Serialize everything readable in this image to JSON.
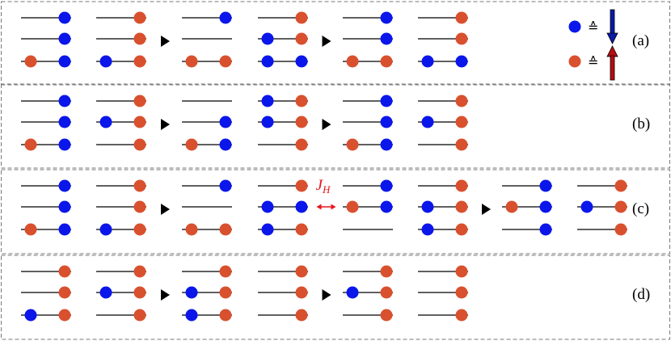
{
  "colors": {
    "spin_down": "#0b16ea",
    "spin_up": "#d9502e",
    "line": "#000000",
    "frame": "#7a7a7a",
    "jh": "#e8141a",
    "arrow_down": "#0a1aa8",
    "arrow_up": "#b80d10"
  },
  "legend": {
    "equiv_symbol": "≙",
    "spin_down_icon": "arrow-down-icon",
    "spin_up_icon": "arrow-up-icon"
  },
  "panels": [
    {
      "label": "(a)",
      "arrows_after": [
        1,
        3
      ],
      "configs": [
        [
          {
            "r": "B"
          },
          {
            "r": "B"
          },
          {
            "l": "R",
            "r": "B"
          }
        ],
        [
          {
            "r": "R"
          },
          {
            "r": "R"
          },
          {
            "l": "B",
            "r": "R"
          }
        ],
        [
          {
            "r": "B"
          },
          {},
          {
            "l": "R",
            "r": "R"
          }
        ],
        [
          {
            "r": "R"
          },
          {
            "l": "B",
            "r": "R"
          },
          {
            "l": "B",
            "r": "B"
          }
        ],
        [
          {
            "r": "B"
          },
          {
            "r": "B"
          },
          {
            "l": "R",
            "r": "R"
          }
        ],
        [
          {
            "r": "R"
          },
          {
            "r": "R"
          },
          {
            "l": "B",
            "r": "B"
          }
        ]
      ]
    },
    {
      "label": "(b)",
      "arrows_after": [
        1,
        3
      ],
      "configs": [
        [
          {
            "r": "B"
          },
          {
            "r": "B"
          },
          {
            "l": "R",
            "r": "B"
          }
        ],
        [
          {
            "r": "R"
          },
          {
            "l": "B",
            "r": "R"
          },
          {
            "r": "R"
          }
        ],
        [
          {},
          {
            "r": "B"
          },
          {
            "l": "R",
            "r": "B"
          }
        ],
        [
          {
            "l": "B",
            "r": "R"
          },
          {
            "l": "B",
            "r": "R"
          },
          {
            "r": "R"
          }
        ],
        [
          {
            "r": "B"
          },
          {
            "r": "B"
          },
          {
            "l": "R",
            "r": "B"
          }
        ],
        [
          {
            "r": "R"
          },
          {
            "l": "B",
            "r": "R"
          },
          {
            "r": "R"
          }
        ]
      ]
    },
    {
      "label": "(c)",
      "arrows_after": [
        1,
        5
      ],
      "jh_after": 3,
      "jh_label": "J",
      "jh_sub": "H",
      "configs": [
        [
          {
            "r": "B"
          },
          {
            "r": "B"
          },
          {
            "l": "R",
            "r": "B"
          }
        ],
        [
          {
            "r": "R"
          },
          {
            "r": "R"
          },
          {
            "l": "B",
            "r": "R"
          }
        ],
        [
          {
            "r": "B"
          },
          {},
          {
            "l": "R",
            "r": "R"
          }
        ],
        [
          {
            "r": "R"
          },
          {
            "l": "B",
            "r": "B"
          },
          {
            "l": "B",
            "r": "R"
          }
        ],
        [
          {
            "r": "B"
          },
          {
            "l": "R",
            "r": "B"
          },
          {}
        ],
        [
          {
            "r": "R"
          },
          {
            "l": "B",
            "r": "R"
          },
          {
            "l": "B",
            "r": "R"
          }
        ],
        [
          {
            "r": "B"
          },
          {
            "l": "R",
            "r": "B"
          },
          {
            "r": "B"
          }
        ],
        [
          {
            "r": "R"
          },
          {
            "l": "B",
            "r": "R"
          },
          {
            "r": "R"
          }
        ]
      ]
    },
    {
      "label": "(d)",
      "arrows_after": [
        1,
        3
      ],
      "configs": [
        [
          {
            "r": "R"
          },
          {
            "r": "R"
          },
          {
            "l": "B",
            "r": "R"
          }
        ],
        [
          {
            "r": "R"
          },
          {
            "l": "B",
            "r": "R"
          },
          {
            "r": "R"
          }
        ],
        [
          {
            "r": "R"
          },
          {
            "l": "B",
            "r": "R"
          },
          {
            "l": "B",
            "r": "R"
          }
        ],
        [
          {
            "r": "R"
          },
          {
            "r": "R"
          },
          {
            "r": "R"
          }
        ],
        [
          {
            "r": "R"
          },
          {
            "l": "B",
            "r": "R"
          },
          {
            "r": "R"
          }
        ],
        [
          {
            "r": "R"
          },
          {
            "r": "R"
          },
          {
            "r": "R"
          }
        ]
      ]
    }
  ]
}
